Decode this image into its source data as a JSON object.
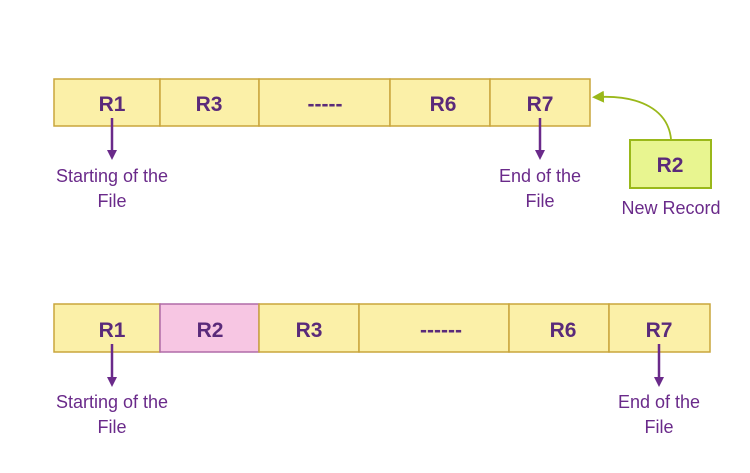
{
  "colors": {
    "cell_fill": "#fbf0a8",
    "cell_stroke": "#c9a53c",
    "inserted_fill": "#f7c6e3",
    "inserted_stroke": "#b06ca8",
    "new_record_fill": "#e8f590",
    "new_record_stroke": "#9ab81a",
    "arrow_purple": "#6a2a8a",
    "arrow_green": "#9ab81a",
    "text": "#5a2a7a"
  },
  "before": {
    "cells": [
      "R1",
      "R3",
      "-----",
      "R6",
      "R7"
    ],
    "start_label_line1": "Starting of the",
    "start_label_line2": "File",
    "end_label_line1": "End of the",
    "end_label_line2": "File",
    "new_record": "R2",
    "new_record_caption": "New Record"
  },
  "after": {
    "cells": [
      "R1",
      "R2",
      "R3",
      "------",
      "R6",
      "R7"
    ],
    "inserted_index": 1,
    "start_label_line1": "Starting of the",
    "start_label_line2": "File",
    "end_label_line1": "End of the",
    "end_label_line2": "File"
  }
}
